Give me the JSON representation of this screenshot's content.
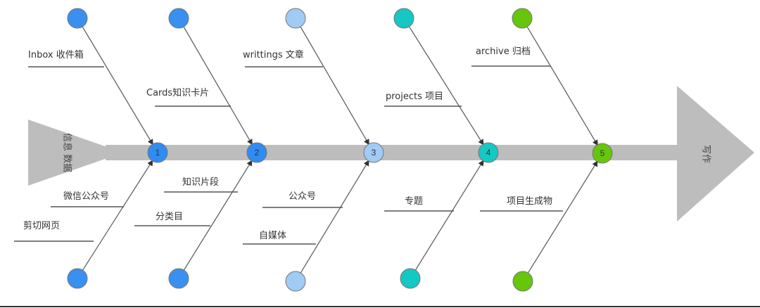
{
  "tail_text": "信息 数据",
  "head_text": "写作",
  "nodes": [
    {
      "number": "1",
      "color": "#2f8cf3",
      "top_label": "Inbox 收件箱",
      "bottom_labels": [
        "微信公众号",
        "剪切网页"
      ],
      "top_circle_color": "#3a90f0",
      "bottom_circle_color": "#3a90f0"
    },
    {
      "number": "2",
      "color": "#2f8cf3",
      "top_label": "Cards知识卡片",
      "bottom_labels": [
        "知识片段",
        "分类目"
      ],
      "top_circle_color": "#3a90f0",
      "bottom_circle_color": "#3a90f0"
    },
    {
      "number": "3",
      "color": "#9fcbf4",
      "top_label": "writtings 文章",
      "bottom_labels": [
        "公众号",
        "自媒体"
      ],
      "top_circle_color": "#9fcbf4",
      "bottom_circle_color": "#9fcbf4"
    },
    {
      "number": "4",
      "color": "#15c8c4",
      "top_label": "projects 项目",
      "bottom_labels": [
        "专题"
      ],
      "top_circle_color": "#15c8c4",
      "bottom_circle_color": "#15c8c4"
    },
    {
      "number": "5",
      "color": "#66c60a",
      "top_label": "archive 归档",
      "bottom_labels": [
        "项目生成物"
      ],
      "top_circle_color": "#66c60a",
      "bottom_circle_color": "#66c60a"
    }
  ]
}
